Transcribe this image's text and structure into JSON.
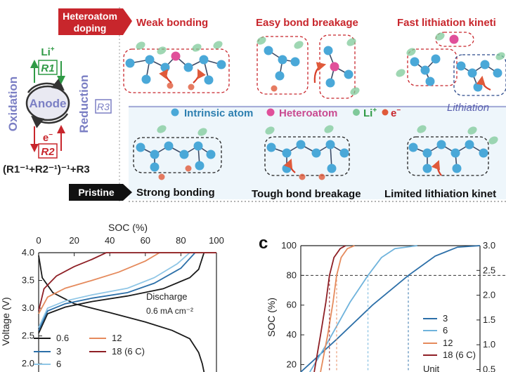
{
  "schematic": {
    "banner_top": [
      "Heteroatom",
      "doping"
    ],
    "banner_bottom": "Pristine",
    "top_labels": [
      "Weak bonding",
      "Easy bond breakage",
      "Fast lithiation kineti"
    ],
    "bottom_labels": [
      "Strong bonding",
      "Tough bond breakage",
      "Limited lithiation kinet"
    ],
    "legend": {
      "intrinsic": "Intrinsic atom",
      "heteroatom": "Heteroatom",
      "li": "Li",
      "li_sup": "+",
      "e": "e",
      "e_sup": "−"
    },
    "lithiation": "Lithiation",
    "r3_box": "R3",
    "anode": {
      "center": "Anode",
      "oxidation": "Oxidation",
      "reduction": "Reduction",
      "li_top": "Li",
      "li_sup": "+",
      "r1": "R1",
      "e_bottom": "e",
      "e_sup": "−",
      "r2": "R2",
      "formula": "(R1⁻¹+R2⁻¹)⁻¹+R3"
    },
    "colors": {
      "intrinsic": "#4aa8d8",
      "heteroatom": "#e0509a",
      "li": "#7fc99a",
      "electron": "#e05a3a",
      "red_banner": "#c8262c",
      "anode_text": "#7b7fc4",
      "green": "#2f9a45"
    }
  },
  "chart_data": [
    {
      "type": "line",
      "panel": "",
      "xlabel_top": "SOC (%)",
      "xlim": [
        0,
        100
      ],
      "xticks": [
        0,
        20,
        40,
        60,
        80,
        100
      ],
      "ylabel": "Voltage (V)",
      "ylim": [
        1.85,
        4.0
      ],
      "yticks": [
        2.0,
        2.5,
        3.0,
        3.5,
        4.0
      ],
      "annotation": [
        "Discharge",
        "0.6 mA cm⁻²"
      ],
      "legend": [
        "0.6",
        "3",
        "6",
        "12",
        "18 (6 C)"
      ],
      "series": [
        {
          "name": "0.6",
          "color": "#1a1a1a",
          "charge": [
            [
              0,
              2.55
            ],
            [
              5,
              2.9
            ],
            [
              15,
              3.02
            ],
            [
              30,
              3.12
            ],
            [
              50,
              3.22
            ],
            [
              70,
              3.35
            ],
            [
              85,
              3.55
            ],
            [
              90,
              3.7
            ],
            [
              93,
              4.0
            ],
            [
              100,
              4.0
            ]
          ],
          "discharge": [
            [
              0,
              3.95
            ],
            [
              2,
              3.55
            ],
            [
              8,
              3.28
            ],
            [
              20,
              3.08
            ],
            [
              40,
              2.92
            ],
            [
              60,
              2.75
            ],
            [
              75,
              2.6
            ],
            [
              85,
              2.45
            ],
            [
              90,
              2.2
            ],
            [
              92,
              2.0
            ],
            [
              93,
              1.85
            ]
          ]
        },
        {
          "name": "3",
          "color": "#2c6fa8",
          "charge": [
            [
              0,
              2.6
            ],
            [
              5,
              2.95
            ],
            [
              15,
              3.08
            ],
            [
              30,
              3.18
            ],
            [
              50,
              3.28
            ],
            [
              65,
              3.45
            ],
            [
              80,
              3.72
            ],
            [
              88,
              4.0
            ],
            [
              100,
              4.0
            ]
          ]
        },
        {
          "name": "6",
          "color": "#8fc6e6",
          "charge": [
            [
              0,
              2.65
            ],
            [
              5,
              3.0
            ],
            [
              15,
              3.13
            ],
            [
              30,
              3.24
            ],
            [
              50,
              3.36
            ],
            [
              65,
              3.55
            ],
            [
              78,
              3.8
            ],
            [
              85,
              4.0
            ],
            [
              100,
              4.0
            ]
          ]
        },
        {
          "name": "12",
          "color": "#e58a5c",
          "charge": [
            [
              0,
              2.9
            ],
            [
              5,
              3.2
            ],
            [
              15,
              3.36
            ],
            [
              30,
              3.5
            ],
            [
              45,
              3.65
            ],
            [
              60,
              3.85
            ],
            [
              68,
              4.0
            ],
            [
              100,
              4.0
            ]
          ]
        },
        {
          "name": "18 (6 C)",
          "color": "#8e1f25",
          "charge": [
            [
              0,
              2.95
            ],
            [
              3,
              3.35
            ],
            [
              10,
              3.58
            ],
            [
              20,
              3.75
            ],
            [
              30,
              3.88
            ],
            [
              38,
              4.0
            ],
            [
              100,
              4.0
            ]
          ]
        }
      ]
    },
    {
      "type": "line",
      "panel": "c",
      "ylabel": "SOC (%)",
      "ylim": [
        15,
        100
      ],
      "yticks": [
        20,
        40,
        60,
        80,
        100
      ],
      "y2lim": [
        0.45,
        3.0
      ],
      "y2ticks": [
        0.5,
        1.0,
        1.5,
        2.0,
        2.5,
        3.0
      ],
      "reference_line": 80,
      "legend": [
        "3",
        "6",
        "12",
        "18 (6 C)"
      ],
      "legend_extra": "Unit",
      "series": [
        {
          "name": "3",
          "color": "#2c6fa8",
          "points": [
            [
              0,
              15
            ],
            [
              40,
              37
            ],
            [
              80,
              60
            ],
            [
              120,
              80
            ],
            [
              150,
              93
            ],
            [
              175,
              99
            ],
            [
              200,
              100
            ]
          ]
        },
        {
          "name": "6",
          "color": "#6fb3dc",
          "points": [
            [
              10,
              15
            ],
            [
              30,
              35
            ],
            [
              55,
              62
            ],
            [
              75,
              80
            ],
            [
              90,
              92
            ],
            [
              105,
              98
            ],
            [
              130,
              100
            ]
          ]
        },
        {
          "name": "12",
          "color": "#e58a5c",
          "points": [
            [
              22,
              15
            ],
            [
              30,
              40
            ],
            [
              36,
              62
            ],
            [
              40,
              80
            ],
            [
              45,
              92
            ],
            [
              52,
              98
            ],
            [
              60,
              100
            ]
          ]
        },
        {
          "name": "18 (6 C)",
          "color": "#8e1f25",
          "points": [
            [
              15,
              15
            ],
            [
              22,
              40
            ],
            [
              28,
              62
            ],
            [
              32,
              80
            ],
            [
              37,
              92
            ],
            [
              44,
              98
            ],
            [
              50,
              100
            ]
          ]
        }
      ]
    }
  ]
}
